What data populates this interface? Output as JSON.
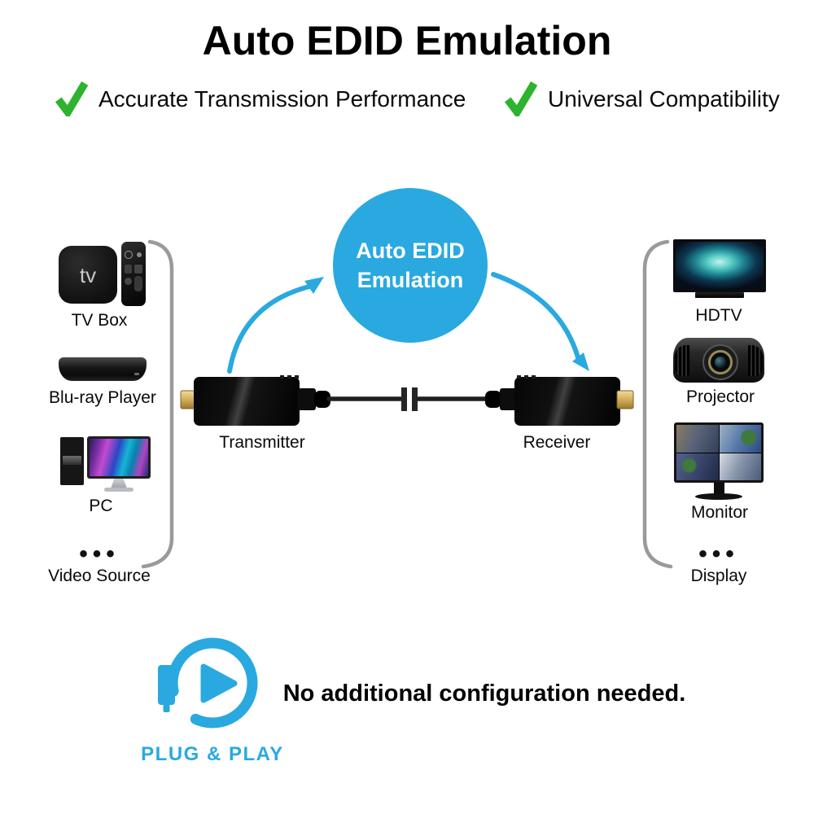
{
  "page": {
    "title": "Auto EDID Emulation"
  },
  "features": [
    {
      "label": "Accurate Transmission Performance"
    },
    {
      "label": "Universal Compatibility"
    }
  ],
  "diagram": {
    "circle": {
      "line1": "Auto EDID",
      "line2": "Emulation"
    },
    "transmitter": {
      "label": "Transmitter"
    },
    "receiver": {
      "label": "Receiver"
    },
    "sources": {
      "tv_box_screen_text": "tv",
      "items": [
        {
          "label": "TV Box",
          "icon": "tv-box-icon"
        },
        {
          "label": "Blu-ray Player",
          "icon": "bluray-player-icon"
        },
        {
          "label": "PC",
          "icon": "pc-icon"
        }
      ],
      "ellipsis": "•••",
      "group_label": "Video Source"
    },
    "displays": {
      "items": [
        {
          "label": "HDTV",
          "icon": "hdtv-icon"
        },
        {
          "label": "Projector",
          "icon": "projector-icon"
        },
        {
          "label": "Monitor",
          "icon": "monitor-icon"
        }
      ],
      "ellipsis": "•••",
      "group_label": "Display"
    }
  },
  "footer": {
    "plug_play_label": "PLUG & PLAY",
    "note": "No additional configuration needed."
  },
  "colors": {
    "accent_blue": "#29a9e0",
    "check_green": "#2db32d",
    "bracket_gray": "#9a9a9a"
  }
}
